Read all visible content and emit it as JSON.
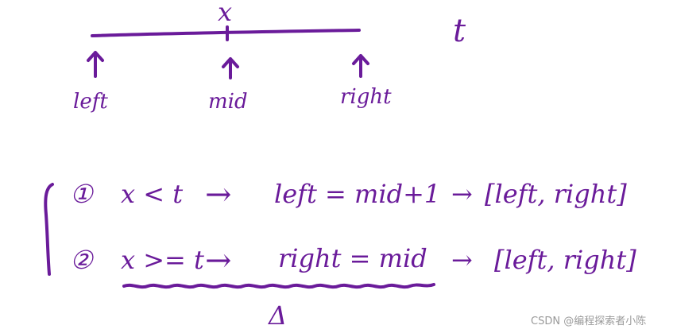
{
  "labels": {
    "x": "x",
    "t": "t",
    "left": "left",
    "mid": "mid",
    "right": "right"
  },
  "cases": [
    {
      "marker": "①",
      "cond": "x < t",
      "arrow": "→",
      "update": "left = mid+1",
      "interval": "[left, right]"
    },
    {
      "marker": "②",
      "cond": "x >= t",
      "arrow": "→",
      "update": "right = mid",
      "interval": "[left, right]"
    }
  ],
  "delta_symbol": "Δ",
  "watermark": "CSDN @编程探索者小陈",
  "colors": {
    "ink": "#6a1b9a",
    "watermark": "#9a9a9a",
    "background": "#ffffff"
  }
}
